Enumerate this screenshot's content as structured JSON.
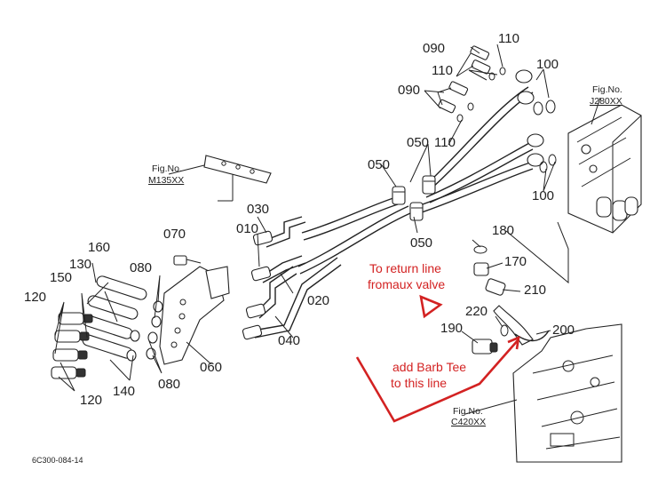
{
  "parts": {
    "p090a": "090",
    "p110a": "110",
    "p110b": "110",
    "p090b": "090",
    "p100a": "100",
    "p050a": "050",
    "p110c": "110",
    "p050b": "050",
    "p100b": "100",
    "p030": "030",
    "p010": "010",
    "p050c": "050",
    "p180": "180",
    "p170": "170",
    "p210": "210",
    "p160": "160",
    "p070": "070",
    "p130": "130",
    "p080a": "080",
    "p150": "150",
    "p020": "020",
    "p120a": "120",
    "p040": "040",
    "p220": "220",
    "p190": "190",
    "p200": "200",
    "p060": "060",
    "p140": "140",
    "p080b": "080",
    "p120b": "120"
  },
  "figures": {
    "j280_label": "Fig.No.",
    "j280_code": "J280XX",
    "m135_label": "Fig.No.",
    "m135_code": "M135XX",
    "c420_label": "Fig.No.",
    "c420_code": "C420XX"
  },
  "annotations": {
    "return_line_1": "To return line",
    "return_line_2": "fromaux valve",
    "barb_tee_1": "add Barb Tee",
    "barb_tee_2": "to this line"
  },
  "drawing_code": "6C300-084-14",
  "colors": {
    "annotation": "#d32222",
    "line": "#222222",
    "background": "#ffffff"
  }
}
